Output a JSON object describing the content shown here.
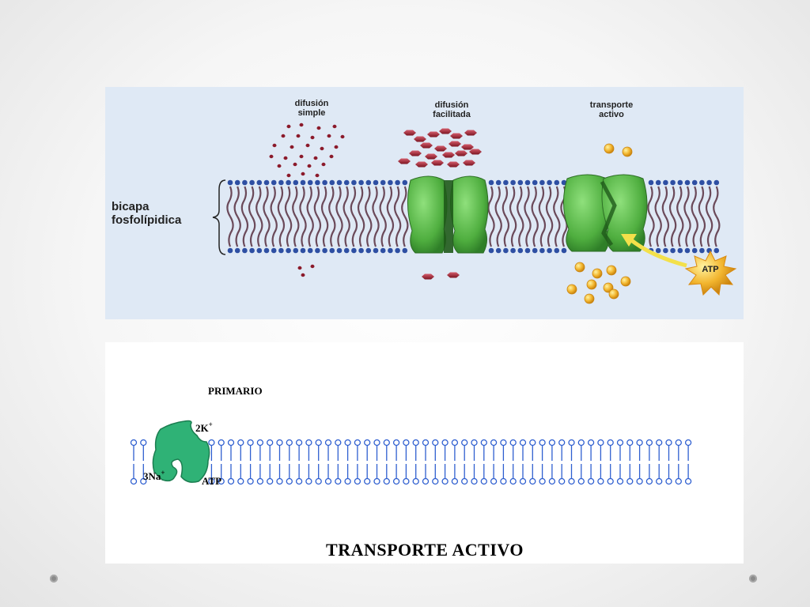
{
  "top_figure": {
    "labels": {
      "simple_diffusion": [
        "difusión",
        "simple"
      ],
      "facilitated_diffusion": [
        "difusión",
        "facilitada"
      ],
      "active_transport": [
        "transporte",
        "activo"
      ],
      "bilayer": [
        "bicapa",
        "fosfolípidica"
      ],
      "atp": "ATP"
    },
    "colors": {
      "background": "#dfe9f5",
      "lipid_head": "#2e4fa3",
      "lipid_tail": "#6b4a5a",
      "protein": "#5fbf4f",
      "molecule": "#8b1a2a",
      "atp_star": "#f2a81d",
      "solute": "#f0b43a"
    }
  },
  "bottom_figure": {
    "title": "TRANSPORTE ACTIVO",
    "subtitle": "PRIMARIO",
    "ion_out": "2K",
    "ion_out_charge": "+",
    "ion_in": "3Na",
    "ion_in_charge": "+",
    "energy": "ATP",
    "colors": {
      "pump": "#2fb276",
      "membrane": "#2f5fd0"
    }
  }
}
